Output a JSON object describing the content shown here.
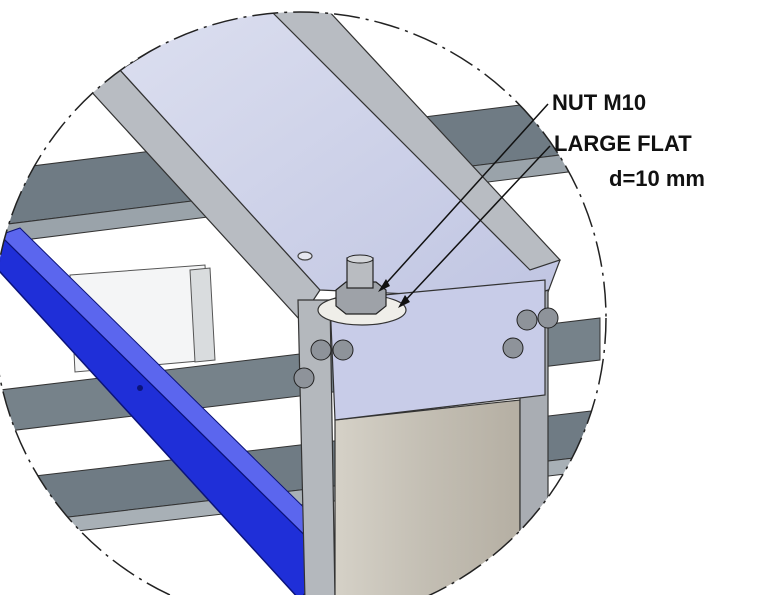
{
  "callouts": {
    "nut": "NUT M10",
    "washer": "LARGE FLAT",
    "washer_size": "d=10 mm"
  },
  "colors": {
    "background": "#ffffff",
    "crossbar": "#6f7b84",
    "crossbar_light": "#aab2b8",
    "top_plate": "#c9cde6",
    "frame_gray": "#b8bcc2",
    "post_face": "#c4bfb4",
    "blue_rail": "#1f2fd8",
    "washer": "#ecebe6",
    "outline": "#222222"
  }
}
